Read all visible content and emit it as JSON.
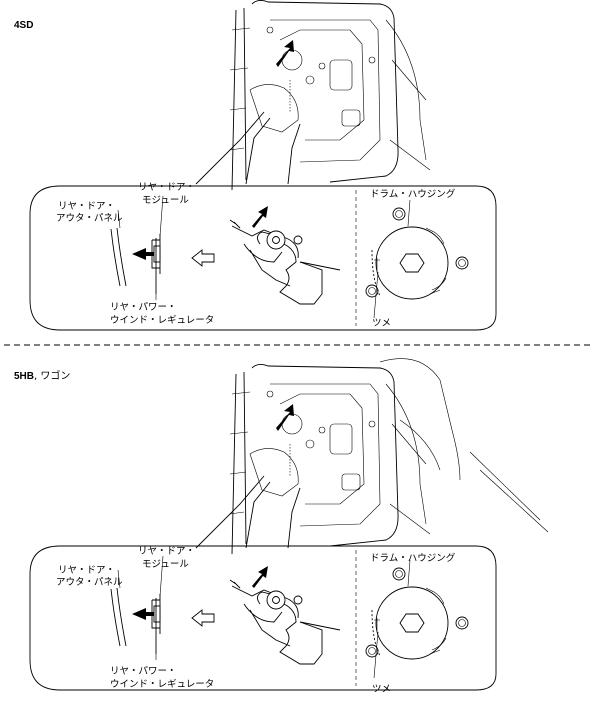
{
  "sections": [
    {
      "heading": "4SD",
      "heading_suffix": "",
      "labels": {
        "module": [
          "リヤ・ドア・",
          "モジュール"
        ],
        "outer_panel": [
          "リヤ・ドア・",
          "アウタ・パネル"
        ],
        "regulator": [
          "リヤ・パワー・",
          "ウインド・レギュレータ"
        ],
        "drum_housing": "ドラム・ハウジング",
        "tab": "ツメ"
      }
    },
    {
      "heading": "5HB",
      "heading_suffix": ", ワゴン",
      "labels": {
        "module": [
          "リヤ・ドア・",
          "モジュール"
        ],
        "outer_panel": [
          "リヤ・ドア・",
          "アウタ・パネル"
        ],
        "regulator": [
          "リヤ・パワー・",
          "ウインド・レギュレータ"
        ],
        "drum_housing": "ドラム・ハウジング",
        "tab": "ツメ"
      }
    }
  ]
}
